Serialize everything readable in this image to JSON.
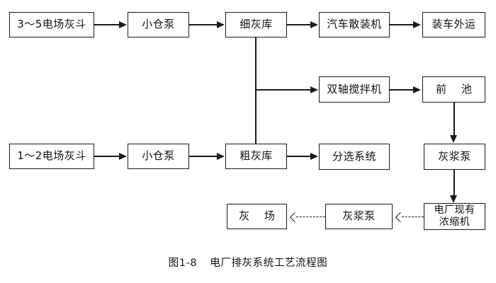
{
  "diagram": {
    "caption_number": "图1-8",
    "caption_title": "电厂排灰系统工艺流程图",
    "line_color": "#1a1a1a",
    "background": "#ffffff",
    "nodes": {
      "hopper_35": "3～5电场灰斗",
      "pump_top": "小仓泵",
      "fine_ash_silo": "细灰库",
      "truck_bulk_loader": "汽车散装机",
      "truck_transport": "装车外运",
      "dual_shaft_mixer": "双轴搅拌机",
      "front_pool": "前 池",
      "hopper_12": "1～2电场灰斗",
      "pump_bottom": "小仓泵",
      "coarse_ash_silo": "粗灰库",
      "sorting_system": "分选系统",
      "slurry_pump_right": "灰浆泵",
      "existing_thickener": "电厂现有\n浓缩机",
      "slurry_pump_bottom": "灰浆泵",
      "ash_yard": "灰 场"
    }
  }
}
